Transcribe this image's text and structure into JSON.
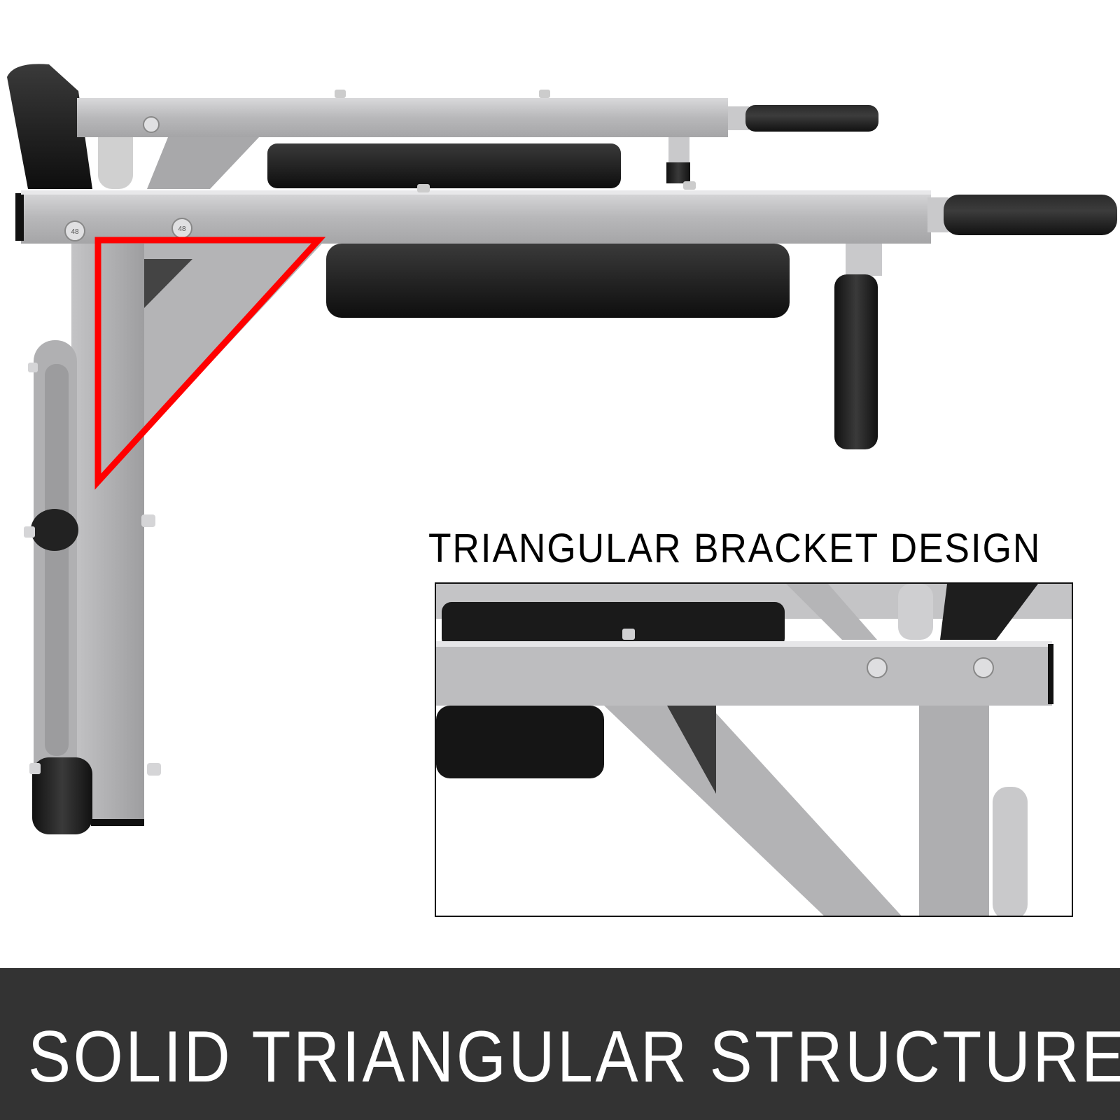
{
  "image": {
    "subject": "Wall-mounted dip station product photo",
    "highlight_color": "#ff0000",
    "frame_color": "#b9b9bb",
    "pad_color": "#1a1a1a"
  },
  "inset": {
    "title": "TRIANGULAR BRACKET DESIGN"
  },
  "banner": {
    "text": "SOLID TRIANGULAR STRUCTURE",
    "background": "#333333"
  },
  "bolt_labels": [
    "48",
    "48"
  ]
}
